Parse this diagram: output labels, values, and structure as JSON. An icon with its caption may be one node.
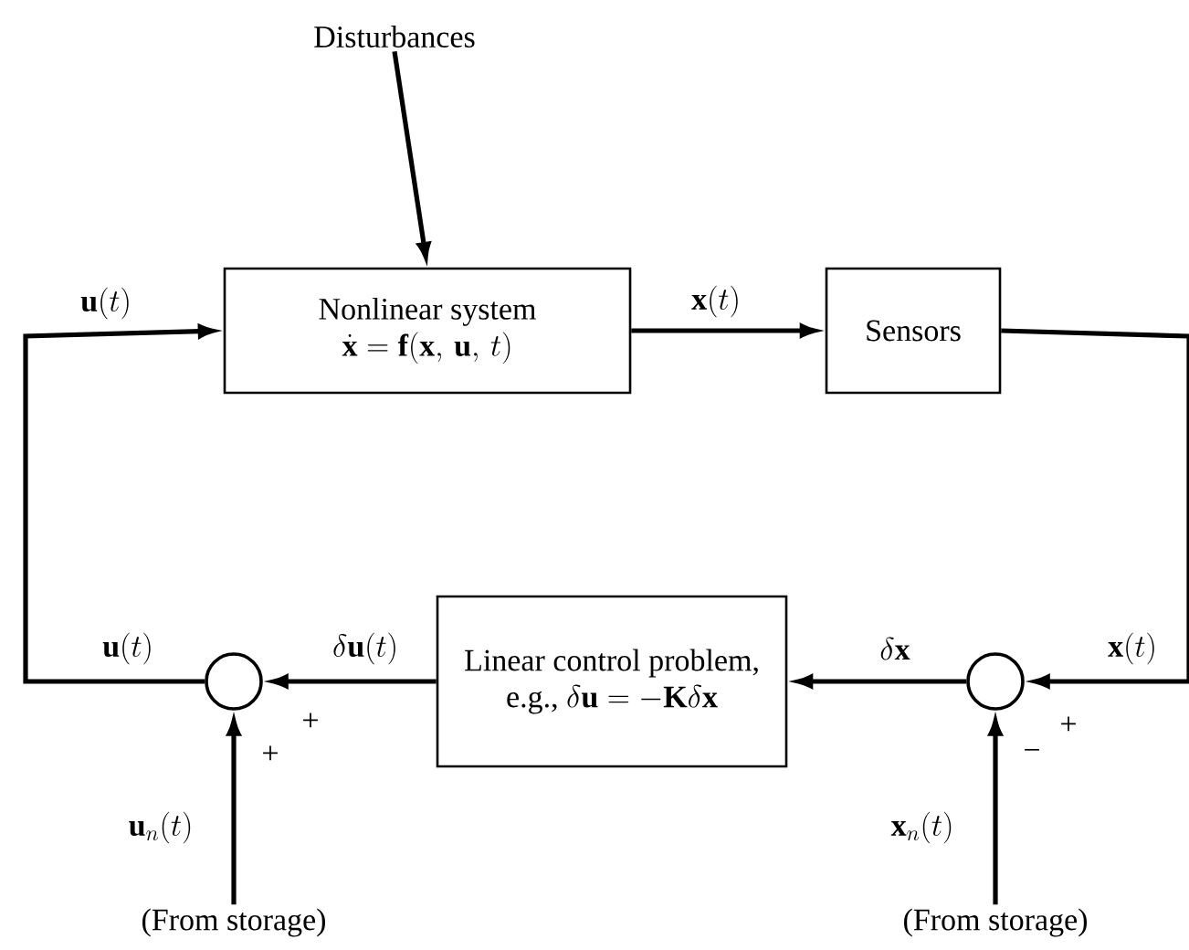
{
  "diagram": {
    "nodes": [
      {
        "text": [
          "Disturbances"
        ]
      },
      {
        "text": [
          "Nonlinear system",
          "\\dot{\\mathbf{x}} = \\mathbf{f}(\\mathbf{x},\\, \\mathbf{u},\\, t)"
        ]
      },
      {
        "text": [
          "Sensors"
        ]
      },
      {
        "text": [
          "Linear control problem,",
          "\\text{e.g., } \\delta\\mathbf{u} = -\\mathbf{K}\\delta\\mathbf{x}"
        ]
      },
      {
        "text": [],
        "shape": "circle"
      },
      {
        "text": [],
        "shape": "circle"
      },
      {
        "text": [
          "(From storage)"
        ]
      },
      {
        "text": [
          "(From storage)"
        ]
      }
    ],
    "edges": [
      {
        "from": 0,
        "to": 1,
        "arrow": "to"
      },
      {
        "from": 1,
        "to": 2,
        "arrow": "to",
        "label": "\\mathbf{x}(t)"
      },
      {
        "from": 2,
        "to": 5,
        "arrow": "to",
        "label": "\\mathbf{x}(t)"
      },
      {
        "from": 5,
        "to": 3,
        "arrow": "to",
        "label": "\\delta\\mathbf{x}"
      },
      {
        "from": 3,
        "to": 4,
        "arrow": "to",
        "label": "\\delta\\mathbf{u}(t)"
      },
      {
        "from": 4,
        "to": 1,
        "arrow": "to",
        "label": "\\mathbf{u}(t)"
      },
      {
        "from": 6,
        "to": 4,
        "arrow": "to",
        "label": "\\mathbf{u}_n(t)"
      },
      {
        "from": 7,
        "to": 5,
        "arrow": "to",
        "label": "\\mathbf{x}_n(t)"
      }
    ],
    "labels": [
      "\\mathbf{u}(t)",
      "+",
      "+",
      "−",
      "+"
    ]
  }
}
